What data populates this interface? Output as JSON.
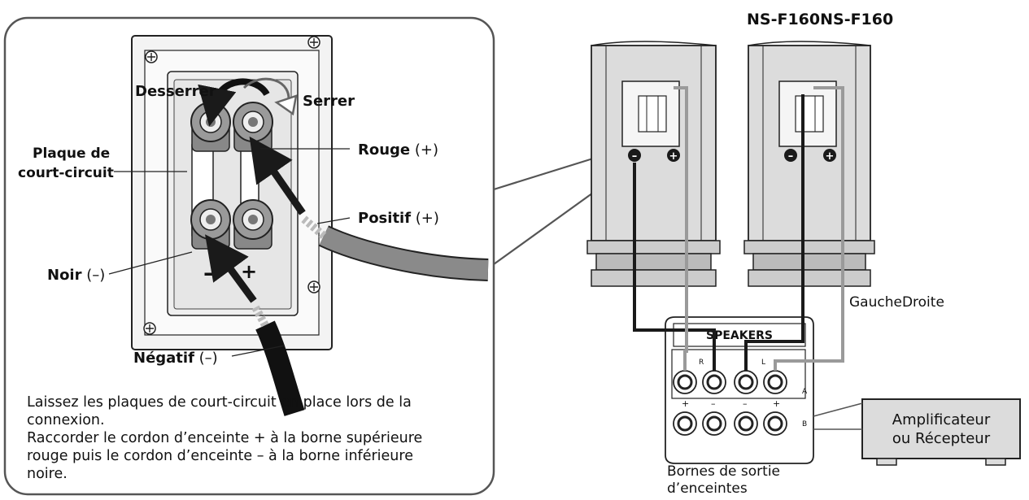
{
  "detail": {
    "loosen_label": "Desserrer",
    "tighten_label": "Serrer",
    "shorting_plate_label_line1": "Plaque de",
    "shorting_plate_label_line2": "court-circuit",
    "red_label_word": "Rouge",
    "red_label_sign": " (+)",
    "positive_label_word": "Positif",
    "positive_label_sign": " (+)",
    "black_label_word": "Noir",
    "black_label_sign": " (–)",
    "negative_label_word": "Négatif",
    "negative_label_sign": " (–)",
    "plate_minus_mark": "–",
    "plate_plus_mark": "+"
  },
  "instructions": [
    "Laissez les plaques de court-circuit en place lors de la",
    "connexion.",
    "Raccorder le cordon d’enceinte + à la borne supérieure",
    "rouge puis le cordon d’enceinte – à la borne inférieure",
    "noire."
  ],
  "speakers": {
    "model_label": "NS-F160NS-F160",
    "side_label": "GaucheDroite",
    "minus_symbol": "–",
    "plus_symbol": "+"
  },
  "amp_panel": {
    "speakers_label": "SPEAKERS",
    "r_label": "R",
    "l_label": "L",
    "a_label": "A",
    "b_label": "B",
    "plus_sign": "+",
    "minus_sign": "–",
    "terminals_caption_line1": "Bornes de sortie",
    "terminals_caption_line2": "d’enceintes"
  },
  "amplifier": {
    "line1": "Amplificateur",
    "line2": "ou Récepteur"
  },
  "colors": {
    "line": "#222222",
    "speaker_fill": "#dcdcdc",
    "grey_wire": "#9a9a9a",
    "black_wire": "#1a1a1a"
  }
}
